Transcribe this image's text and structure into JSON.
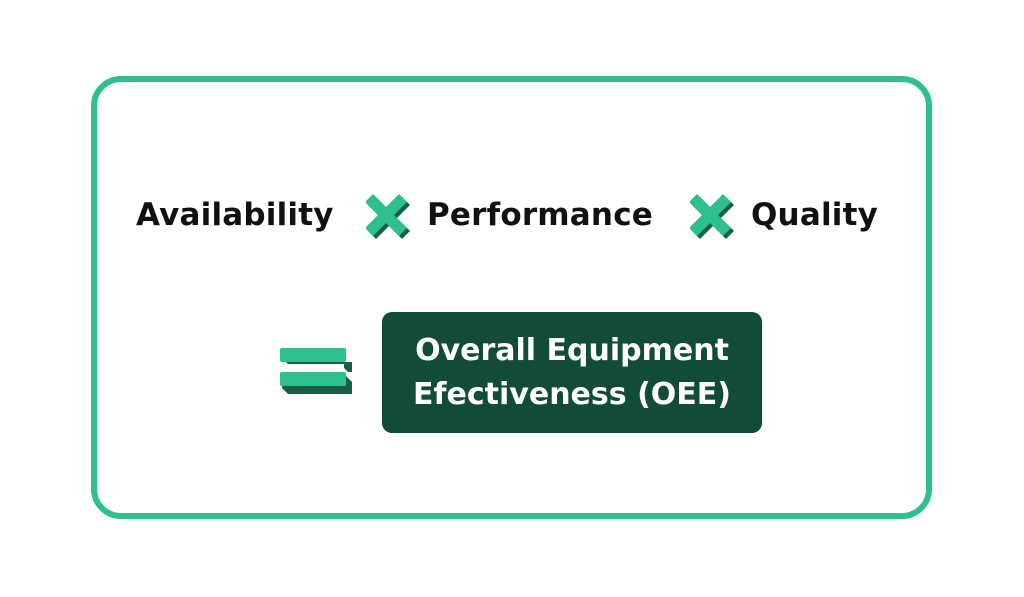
{
  "formula": {
    "terms": [
      "Availability",
      "Performance",
      "Quality"
    ],
    "operator_icon": "multiply-x-icon",
    "equals_icon": "equals-icon",
    "result": {
      "line1": "Overall Equipment",
      "line2": "Efectiveness (OEE)"
    }
  },
  "colors": {
    "accent_green": "#2dbf8c",
    "accent_shadow": "#1a5c45",
    "result_bg": "#124b3a",
    "text": "#111111",
    "result_text": "#ffffff"
  }
}
